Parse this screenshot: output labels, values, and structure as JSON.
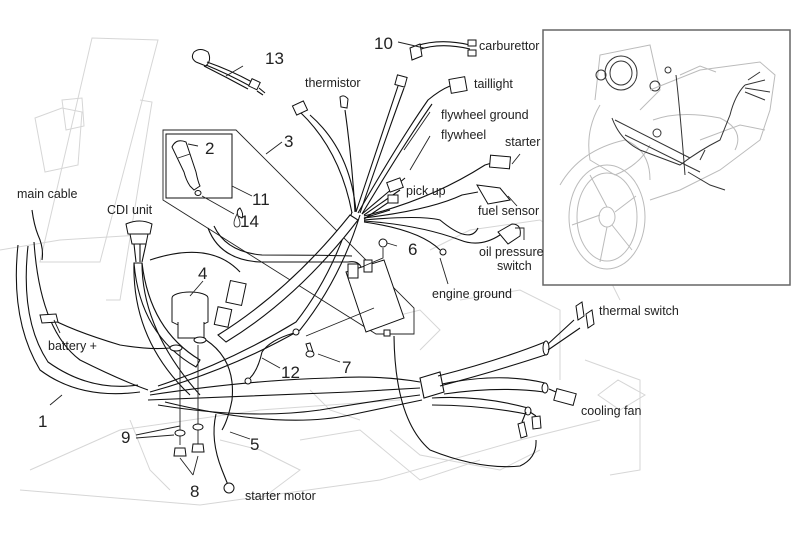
{
  "figure": {
    "type": "exploded wiring harness parts diagram",
    "callouts": [
      {
        "num": "1"
      },
      {
        "num": "2"
      },
      {
        "num": "3"
      },
      {
        "num": "4"
      },
      {
        "num": "5"
      },
      {
        "num": "6"
      },
      {
        "num": "7"
      },
      {
        "num": "8"
      },
      {
        "num": "9"
      },
      {
        "num": "10"
      },
      {
        "num": "11"
      },
      {
        "num": "12"
      },
      {
        "num": "13"
      },
      {
        "num": "14"
      }
    ],
    "labels": {
      "main_cable": "main cable",
      "cdi_unit": "CDI unit",
      "battery_plus": "battery +",
      "starter_motor": "starter motor",
      "thermistor": "thermistor",
      "carburettor": "carburettor",
      "taillight": "taillight",
      "flywheel_ground": "flywheel ground",
      "flywheel": "flywheel",
      "starter": "starter",
      "pick_up": "pick up",
      "fuel_sensor": "fuel sensor",
      "oil_pressure_switch_1": "oil pressure",
      "oil_pressure_switch_2": "switch",
      "engine_ground": "engine ground",
      "thermal_switch": "thermal switch",
      "cooling_fan": "cooling fan"
    },
    "inset": {
      "description": "scooter overview showing harness routing"
    }
  }
}
